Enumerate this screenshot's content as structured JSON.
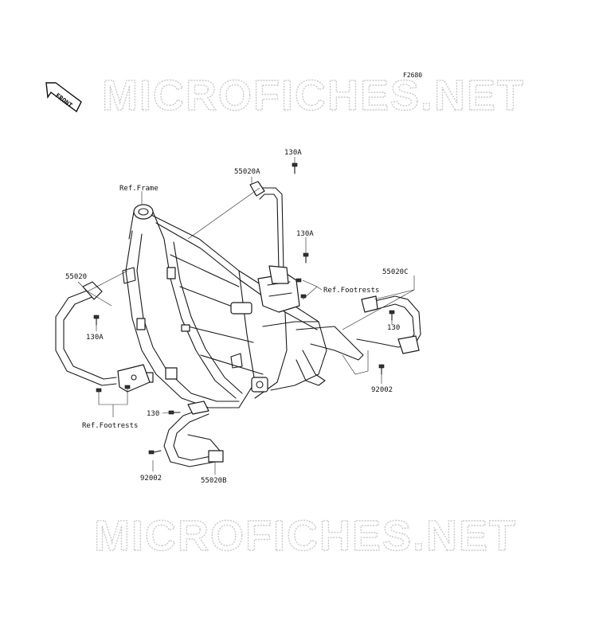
{
  "diagram": {
    "code": "F2680",
    "front_label": "FRONT",
    "watermark": "MICROFICHES.NET"
  },
  "labels": {
    "p55020A": "55020A",
    "p130A_top": "130A",
    "ref_frame": "Ref.Frame",
    "p130A_mid": "130A",
    "p55020": "55020",
    "p130A_left": "130A",
    "ref_footrests_right": "Ref.Footrests",
    "p55020C": "55020C",
    "p130_right": "130",
    "p92002_right": "92002",
    "ref_footrests_left": "Ref.Footrests",
    "p130_bottom": "130",
    "p92002_left": "92002",
    "p55020B": "55020B"
  }
}
